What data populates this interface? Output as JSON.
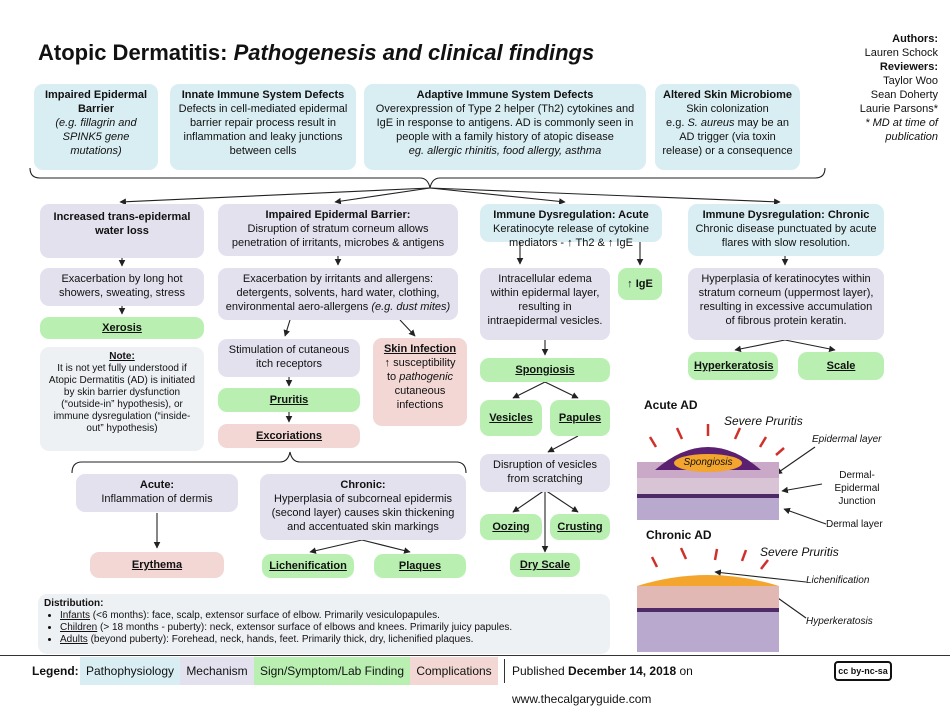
{
  "title": {
    "main": "Atopic Dermatitis:",
    "sub": "Pathogenesis and clinical findings"
  },
  "credits": {
    "authors_label": "Authors:",
    "author": "Lauren Schock",
    "reviewers_label": "Reviewers:",
    "reviewers": [
      "Taylor Woo",
      "Sean Doherty",
      "Laurie Parsons*"
    ],
    "note": "* MD at time of publication"
  },
  "top": {
    "barrier": {
      "title": "Impaired Epidermal Barrier",
      "body": "(e.g. fillagrin and SPINK5 gene mutations)"
    },
    "innate": {
      "title": "Innate Immune System Defects",
      "body": "Defects in cell-mediated epidermal barrier repair process result in inflammation and leaky junctions between cells"
    },
    "adaptive": {
      "title": "Adaptive Immune System Defects",
      "body": "Overexpression of Type 2 helper (Th2) cytokines and IgE in response to antigens. AD is commonly seen in people with a family history of atopic disease",
      "example": "eg. allergic rhinitis, food allergy, asthma"
    },
    "microbiome": {
      "title": "Altered Skin Microbiome",
      "body1": "Skin colonization",
      "body2a": "e.g. ",
      "body2b": "S. aureus",
      "body2c": " may be an AD trigger (via toxin release) or a consequence"
    }
  },
  "col1": {
    "water": "Increased trans-epidermal water loss",
    "exacerbation": "Exacerbation by long hot showers, sweating, stress",
    "xerosis": "Xerosis",
    "note_title": "Note:",
    "note_body": "It is not yet fully understood if Atopic Dermatitis (AD) is initiated by skin barrier dysfunction (“outside-in” hypothesis), or immune dysregulation (“inside-out” hypothesis)"
  },
  "col2": {
    "barrier_title": "Impaired Epidermal Barrier:",
    "barrier_body": "Disruption of stratum corneum allows penetration of irritants, microbes & antigens",
    "irritants": "Exacerbation by irritants and allergens: detergents, solvents, hard water, clothing, environmental aero-allergens",
    "irritants_eg": "(e.g. dust mites)",
    "itch": "Stimulation of cutaneous itch receptors",
    "pruritis": "Pruritis",
    "excoriations": "Excoriations",
    "infection_title": "Skin Infection",
    "infection_a": "↑ susceptibility to ",
    "infection_b": "pathogenic",
    "infection_c": " cutaneous infections"
  },
  "col3": {
    "acute_title": "Immune Dysregulation: Acute",
    "acute_body": "Keratinocyte release of cytokine mediators - ↑ Th2 & ↑ IgE",
    "edema": "Intracellular edema within epidermal layer, resulting in intraepidermal vesicles.",
    "ige": "↑ IgE",
    "spongiosis": "Spongiosis",
    "vesicles": "Vesicles",
    "papules": "Papules",
    "disruption": "Disruption of vesicles from scratching",
    "oozing": "Oozing",
    "crusting": "Crusting",
    "dry_scale": "Dry Scale"
  },
  "col4": {
    "chronic_title": "Immune Dysregulation: Chronic",
    "chronic_body": "Chronic disease punctuated by acute flares with slow resolution.",
    "hyperplasia": "Hyperplasia of keratinocytes within stratum corneum (uppermost layer), resulting in excessive accumulation of fibrous protein keratin.",
    "hyperkeratosis": "Hyperkeratosis",
    "scale": "Scale"
  },
  "bottom": {
    "acute_title": "Acute:",
    "acute_body": "Inflammation of dermis",
    "erythema": "Erythema",
    "chronic_title": "Chronic:",
    "chronic_body": "Hyperplasia of subcorneal epidermis (second layer) causes skin thickening and accentuated skin markings",
    "lichenification": "Lichenification",
    "plaques": "Plaques"
  },
  "illustration": {
    "acute_ad": "Acute AD",
    "chronic_ad": "Chronic AD",
    "severe_pruritis_1": "Severe Pruritis",
    "severe_pruritis_2": "Severe Pruritis",
    "spongiosis": "Spongiosis",
    "epidermal_layer": "Epidermal layer",
    "dermal_epidermal": "Dermal-Epidermal Junction",
    "dermal_layer": "Dermal layer",
    "lichenification": "Lichenification",
    "hyperkeratosis": "Hyperkeratosis"
  },
  "distribution": {
    "title": "Distribution:",
    "items": [
      {
        "term": "Infants",
        "text": " (<6 months): face, scalp, extensor surface of elbow. Primarily vesiculopapules."
      },
      {
        "term": "Children",
        "text": " (> 18 months - puberty): neck, extensor surface of elbows and knees. Primarily juicy papules."
      },
      {
        "term": "Adults",
        "text": " (beyond puberty): Forehead, neck, hands, feet. Primarily thick, dry, lichenified plaques."
      }
    ]
  },
  "legend": {
    "label": "Legend:",
    "items": [
      "Pathophysiology",
      "Mechanism",
      "Sign/Symptom/Lab Finding",
      "Complications"
    ],
    "published_prefix": "Published ",
    "published_date": "December 14, 2018",
    "published_suffix": " on www.thecalgaryguide.com",
    "license": "cc by-nc-sa"
  },
  "colors": {
    "pathophysiology": "#d9eef3",
    "mechanism": "#e3e1ee",
    "sign": "#b9f0b2",
    "complications": "#f2d7d4",
    "spongiosis": "#f3a52e",
    "epidermis": "#5c2070"
  }
}
